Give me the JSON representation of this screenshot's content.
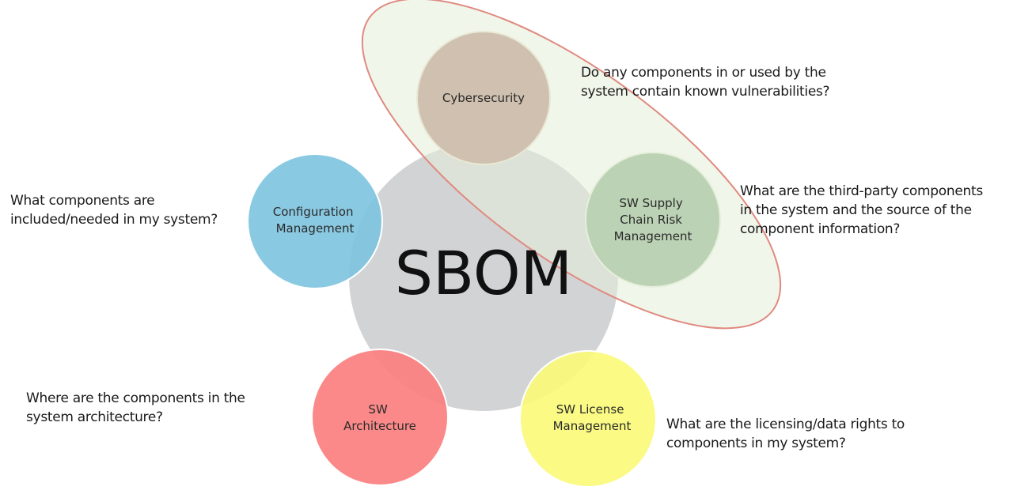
{
  "center": {
    "label": "SBOM",
    "color": "#d2d3d5"
  },
  "nodes": [
    {
      "id": "cybersecurity",
      "lines": [
        "Cybersecurity"
      ],
      "color": "#b5877d",
      "question": [
        "Do any components in or used by the",
        "system contain known vulnerabilities?"
      ]
    },
    {
      "id": "supply-chain",
      "lines": [
        "SW Supply",
        "Chain Risk",
        "Management"
      ],
      "color": "#8db08a",
      "question": [
        "What are the third-party components",
        "in the system and the source of the",
        "component information?"
      ]
    },
    {
      "id": "configuration",
      "lines": [
        "Configuration",
        "Management"
      ],
      "color": "#7dc3df",
      "question": [
        "What components are",
        "included/needed in my system?"
      ]
    },
    {
      "id": "architecture",
      "lines": [
        "SW",
        "Architecture"
      ],
      "color": "#fb7f7f",
      "question": [
        "Where are the components in the",
        "system architecture?"
      ]
    },
    {
      "id": "license",
      "lines": [
        "SW License",
        "Management"
      ],
      "color": "#fafa78",
      "question": [
        "What are the licensing/data rights to",
        "components in my system?"
      ]
    }
  ],
  "highlight": {
    "fill": "#e3eed8",
    "stroke": "#e08a80"
  }
}
